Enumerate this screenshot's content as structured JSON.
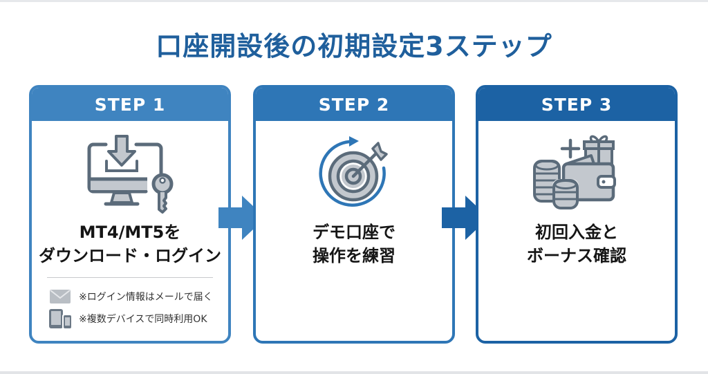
{
  "title": "口座開設後の初期設定3ステップ",
  "colors": {
    "title": "#1f5f9c",
    "step1": "#3f84c0",
    "step2": "#2e76b6",
    "step3": "#1c62a4",
    "icon_stroke": "#5b6b7a",
    "icon_fill": "#c3c8ce"
  },
  "steps": [
    {
      "header": "STEP 1",
      "icon": "monitor-download-key-icon",
      "label_line1": "MT4/MT5を",
      "label_line2": "ダウンロード・ログイン",
      "notes": [
        {
          "icon": "mail-icon",
          "text": "※ログイン情報はメールで届く"
        },
        {
          "icon": "devices-icon",
          "text": "※複数デバイスで同時利用OK"
        }
      ]
    },
    {
      "header": "STEP 2",
      "icon": "target-arrow-icon",
      "label_line1": "デモ口座で",
      "label_line2": "操作を練習"
    },
    {
      "header": "STEP 3",
      "icon": "coins-wallet-gift-icon",
      "label_line1": "初回入金と",
      "label_line2": "ボーナス確認"
    }
  ],
  "arrows": [
    {
      "icon": "arrow-right-icon",
      "color": "#3f84c0"
    },
    {
      "icon": "arrow-right-icon",
      "color": "#1c62a4"
    }
  ]
}
